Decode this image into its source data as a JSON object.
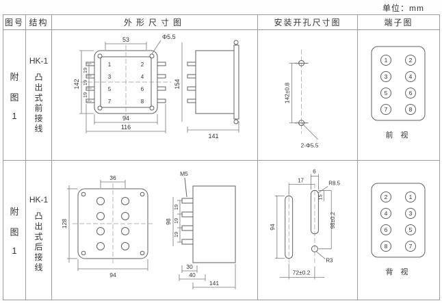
{
  "unit_label": "单位：mm",
  "headers": [
    "图号",
    "结构",
    "外形尺寸图",
    "安装开孔尺寸图",
    "端子图"
  ],
  "rows": [
    {
      "fig_chars": [
        "附",
        "图",
        "1"
      ],
      "model": "HK-1",
      "structure_chars": [
        "凸",
        "出",
        "式",
        "前",
        "接",
        "线"
      ],
      "outline": {
        "top": "53",
        "hole": "Φ5.5",
        "height": "142",
        "steps": [
          "19",
          "19",
          "19"
        ],
        "width1": "94",
        "width2": "116",
        "face_numbers": [
          [
            "1",
            "2"
          ],
          [
            "3",
            "4"
          ],
          [
            "5",
            "6"
          ],
          [
            "7",
            "8"
          ]
        ],
        "side_height": "154",
        "side_width": "141"
      },
      "install": {
        "vertical": "142±0.8",
        "holes": "2-Φ5.5"
      },
      "terminal": {
        "grid": [
          [
            "1",
            "2"
          ],
          [
            "3",
            "4"
          ],
          [
            "5",
            "6"
          ],
          [
            "7",
            "8"
          ]
        ],
        "view": "前 视"
      }
    },
    {
      "fig_chars": [
        "附",
        "图",
        "1"
      ],
      "model": "HK-1",
      "structure_chars": [
        "凸",
        "出",
        "式",
        "后",
        "接",
        "线"
      ],
      "outline": {
        "top": "36",
        "height": "128",
        "width": "94",
        "screw": "M5",
        "side_height": "98",
        "steps": [
          "19",
          "19",
          "19"
        ],
        "depth1": "30",
        "depth2": "40",
        "side_width": "141"
      },
      "install": {
        "center_dist": "17",
        "slot_width": "6",
        "offset": "15",
        "slot_length": "94",
        "right_length": "98±0.2",
        "radius_top": "R8.5",
        "radius_bottom": "R3",
        "bottom": "72±0.2"
      },
      "terminal": {
        "grid": [
          [
            "2",
            "1"
          ],
          [
            "4",
            "3"
          ],
          [
            "6",
            "5"
          ],
          [
            "8",
            "7"
          ]
        ],
        "view": "背 视"
      }
    }
  ]
}
